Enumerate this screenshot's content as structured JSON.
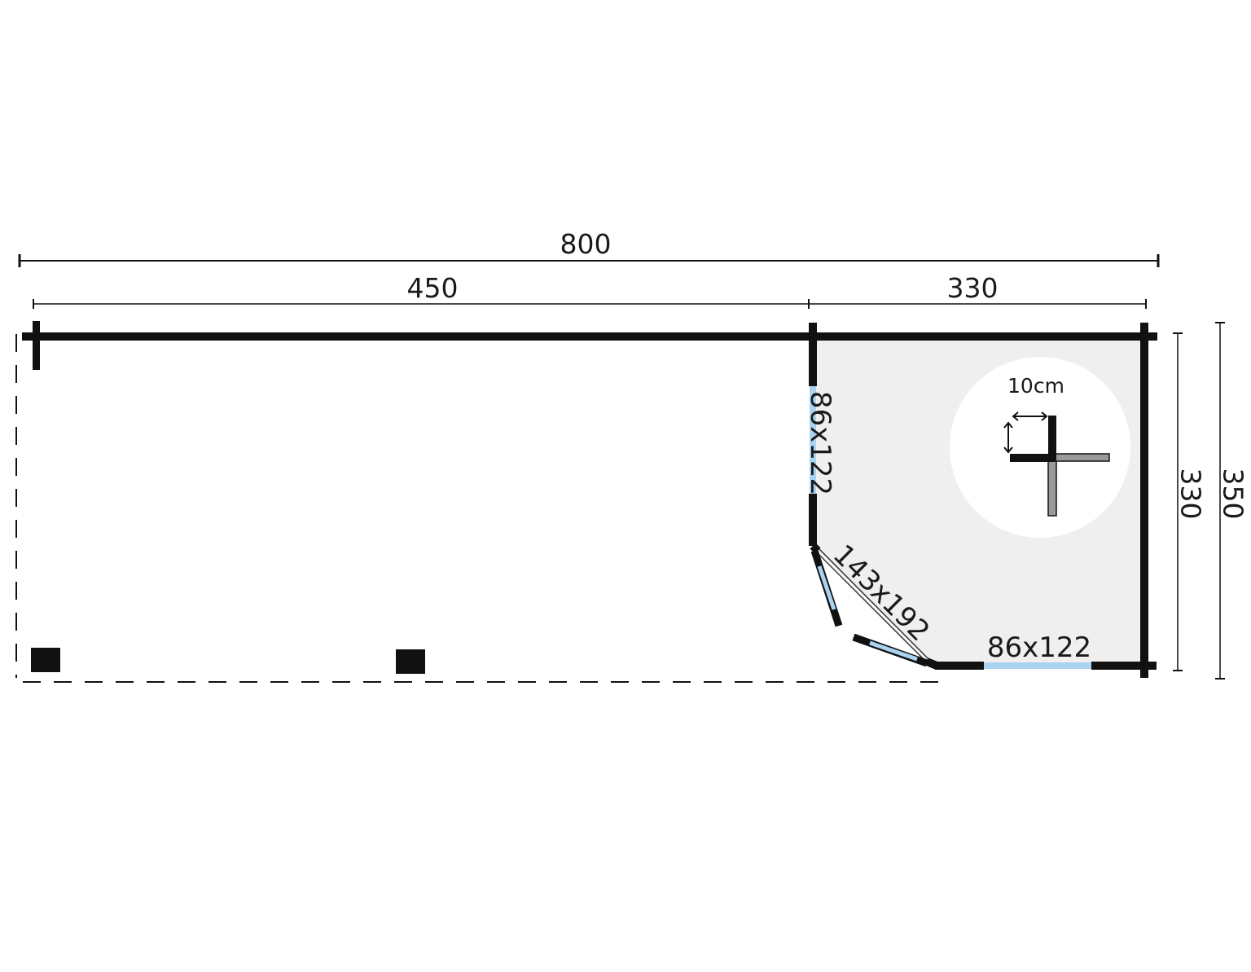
{
  "dimensions": {
    "total_width": "800",
    "left_width": "450",
    "right_width": "330",
    "inner_depth": "330",
    "outer_depth": "350",
    "wall_thickness": "10cm"
  },
  "openings": {
    "left_window": "86x122",
    "double_door": "143x192",
    "bottom_window": "86x122"
  },
  "colors": {
    "wall": "#111111",
    "glass": "#a9d3ef",
    "room_fill": "#efefef",
    "detail_circle": "#ffffff",
    "detail_gray_beam": "#9a9a9a"
  }
}
